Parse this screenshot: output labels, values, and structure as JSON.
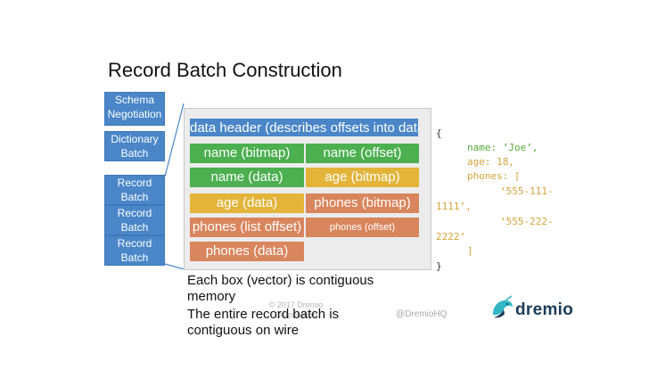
{
  "slide": {
    "title": "Record Batch Construction"
  },
  "steps": [
    "Schema Negotiation",
    "Dictionary Batch",
    "Record Batch",
    "Record Batch",
    "Record Batch"
  ],
  "vectors": {
    "header": "data header (describes offsets into data)",
    "name_bitmap": "name (bitmap)",
    "name_offset": "name (offset)",
    "name_data": "name (data)",
    "age_bitmap": "age (bitmap)",
    "age_data": "age (data)",
    "phones_bitmap": "phones (bitmap)",
    "phones_list": "phones (list offset)",
    "phones_offset": "phones (offset)",
    "phones_data": "phones (data)"
  },
  "json_example": {
    "open_brace": "{",
    "name_line": "name: ’Joe’,",
    "age_line": "age: 18,",
    "phones_line": "phones: [",
    "phone1_a": "‘555-111-",
    "phone1_b": "1111’,",
    "phone2_a": "‘555-222-",
    "phone2_b": "2222’",
    "close_bracket": "]",
    "close_brace": "}"
  },
  "caption": {
    "line1": "Each box (vector) is contiguous",
    "line2": "memory",
    "line3": "The entire record batch is",
    "line4": "contiguous on wire"
  },
  "footer": {
    "copyright_line1": "© 2017 Dremio",
    "copyright_line2": "Corporation",
    "handle": "@DremioHQ"
  },
  "logo": {
    "text": "dremio",
    "icon": "dremio-narwhal-icon"
  },
  "colors": {
    "blue": "#4a86c8",
    "green": "#4caf50",
    "yellow": "#e2b43a",
    "orange": "#d9855d",
    "json_green": "#58a83a",
    "json_yellow": "#d5a23a"
  }
}
